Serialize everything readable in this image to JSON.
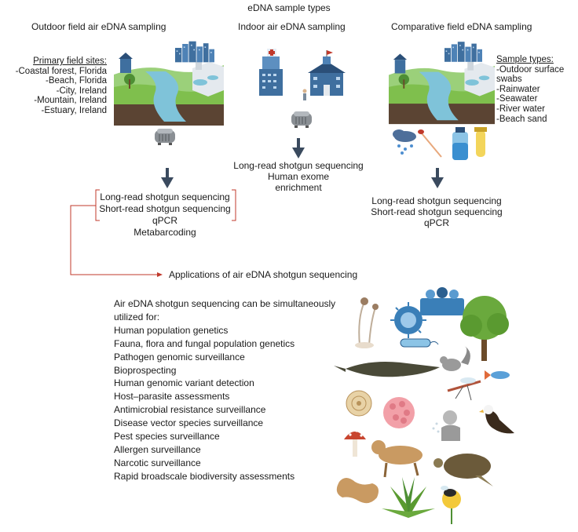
{
  "figure": {
    "title": "eDNA sample types",
    "columns": {
      "outdoor": {
        "heading": "Outdoor field air eDNA sampling",
        "sites_label": "Primary field sites:",
        "sites": [
          "-Coastal forest, Florida",
          "-Beach, Florida",
          "-City, Ireland",
          "-Mountain, Ireland",
          "-Estuary, Ireland"
        ],
        "methods": [
          "Long-read shotgun sequencing",
          "Short-read shotgun sequencing",
          "qPCR",
          "Metabarcoding"
        ]
      },
      "indoor": {
        "heading": "Indoor air eDNA sampling",
        "methods": [
          "Long-read shotgun sequencing",
          "Human exome",
          "enrichment"
        ]
      },
      "comparative": {
        "heading": "Comparative field eDNA sampling",
        "types_label": "Sample types:",
        "types": [
          "-Outdoor surface",
          "swabs",
          "-Rainwater",
          "-Seawater",
          "-River water",
          "-Beach sand"
        ],
        "methods": [
          "Long-read shotgun sequencing",
          "Short-read shotgun sequencing",
          "qPCR"
        ]
      }
    },
    "applications": {
      "heading": "Applications of air eDNA shotgun sequencing",
      "intro": [
        "Air eDNA shotgun sequencing can be simultaneously",
        "utilized for:"
      ],
      "items": [
        "Human population genetics",
        "Fauna, flora and fungal population genetics",
        "Pathogen genomic surveillance",
        "Bioprospecting",
        "Human genomic variant detection",
        "Host–parasite assessments",
        "Antimicrobial resistance surveillance",
        "Disease vector species surveillance",
        "Pest species surveillance",
        "Allergen surveillance",
        "Narcotic surveillance",
        "Rapid broadscale biodiversity assessments"
      ]
    },
    "colors": {
      "arrow": "#3a4a5e",
      "bracket": "#c0392b",
      "soil": "#5b4433",
      "water": "#7fc3d9",
      "grass": "#7fbf4d",
      "building": "#3f6f9f"
    },
    "icons": [
      "landscape-illustration",
      "air-sampler-icon",
      "hospital-icon",
      "school-icon",
      "rain-cloud-icon",
      "swab-icon",
      "water-bottle-icon",
      "sand-tube-icon",
      "fungus-icon",
      "virus-icon",
      "people-icon",
      "tree-icon",
      "bacterium-icon",
      "alligator-icon",
      "squirrel-icon",
      "fish-icon",
      "mosquito-icon",
      "shell-icon",
      "pollen-icon",
      "person-sneezing-icon",
      "eagle-icon",
      "mushroom-icon",
      "lynx-icon",
      "turtle-icon",
      "peanut-icon",
      "cannabis-leaf-icon",
      "bee-icon"
    ]
  }
}
